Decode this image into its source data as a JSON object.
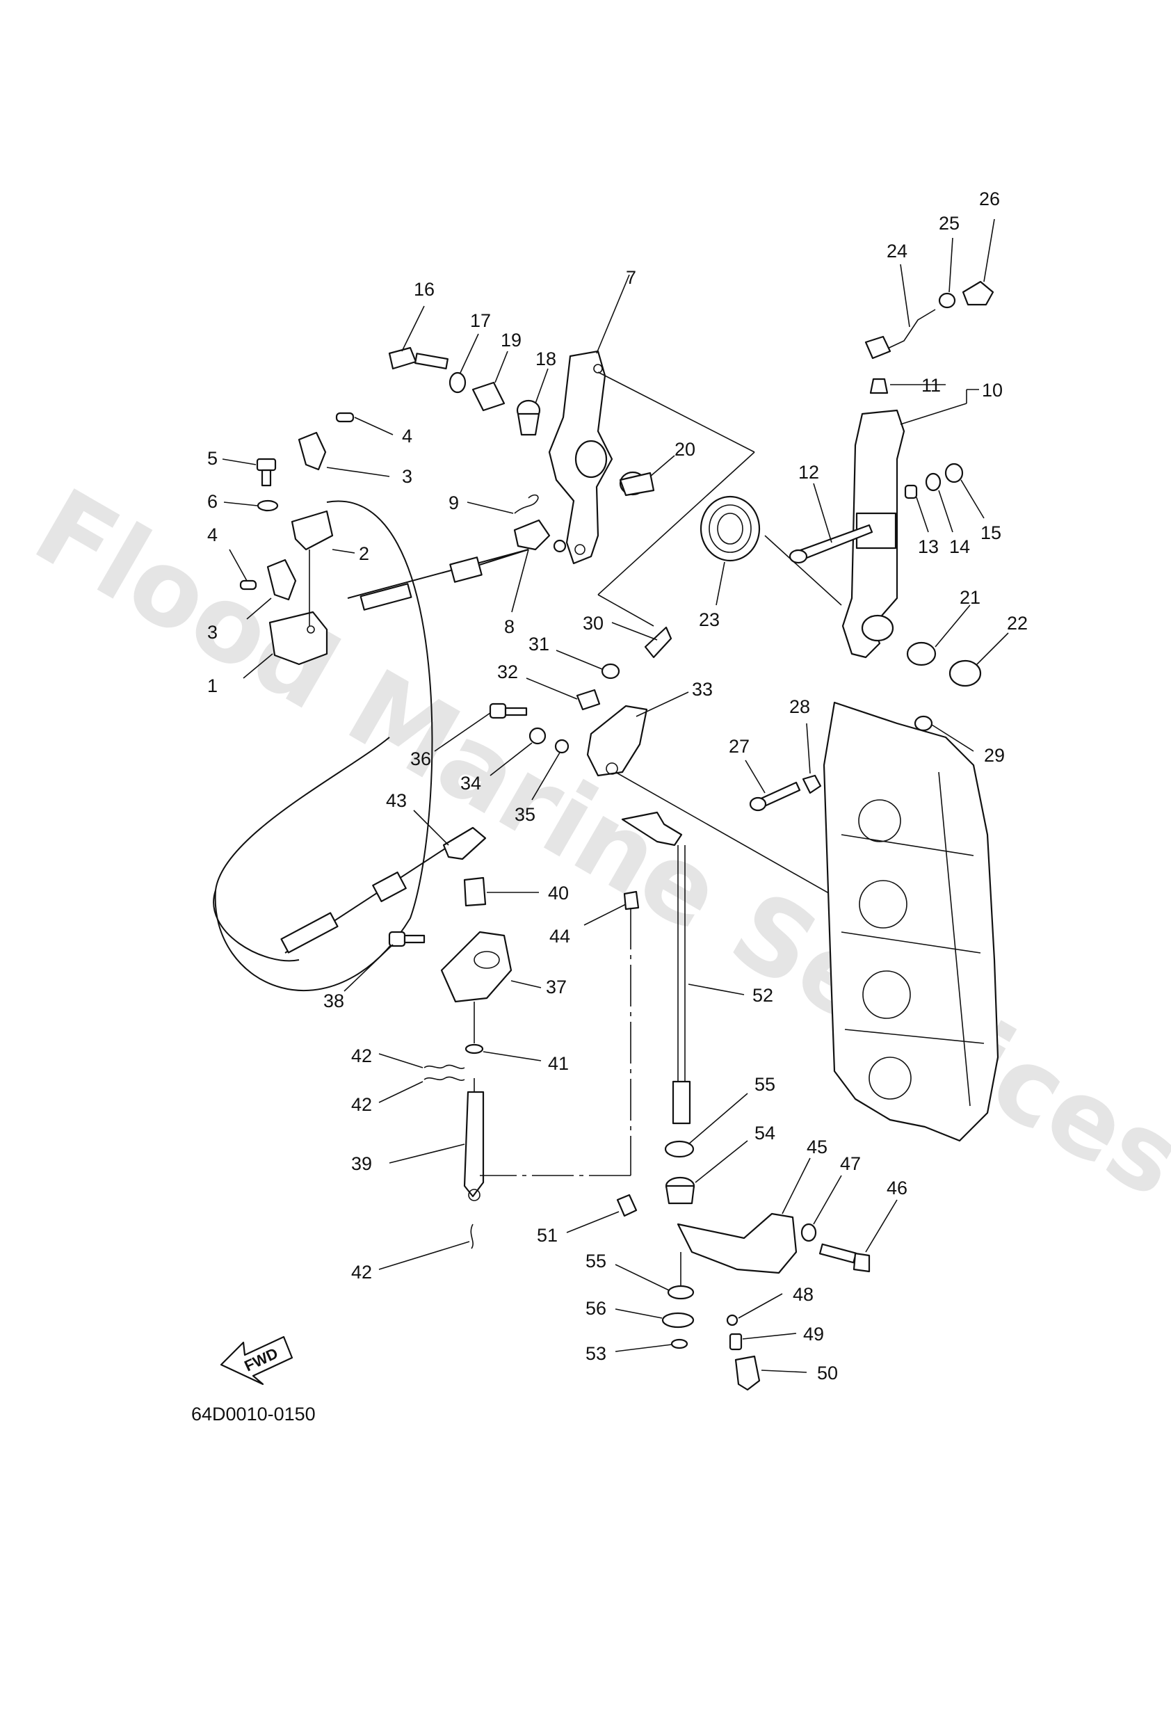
{
  "watermark": "Flood Marine Services",
  "diagram_code": "64D0010-0150",
  "fwd_label": "FWD",
  "callouts": {
    "c1": "1",
    "c2": "2",
    "c3a": "3",
    "c3b": "3",
    "c4a": "4",
    "c4b": "4",
    "c5": "5",
    "c6": "6",
    "c7": "7",
    "c8": "8",
    "c9": "9",
    "c10": "10",
    "c11": "11",
    "c12": "12",
    "c13": "13",
    "c14": "14",
    "c15": "15",
    "c16": "16",
    "c17": "17",
    "c18": "18",
    "c19": "19",
    "c20": "20",
    "c21": "21",
    "c22": "22",
    "c23": "23",
    "c24": "24",
    "c25": "25",
    "c26": "26",
    "c27": "27",
    "c28": "28",
    "c29": "29",
    "c30": "30",
    "c31": "31",
    "c32": "32",
    "c33": "33",
    "c34": "34",
    "c35": "35",
    "c36": "36",
    "c37": "37",
    "c38": "38",
    "c39": "39",
    "c40": "40",
    "c41": "41",
    "c42a": "42",
    "c42b": "42",
    "c42c": "42",
    "c43": "43",
    "c44": "44",
    "c45": "45",
    "c46": "46",
    "c47": "47",
    "c48": "48",
    "c49": "49",
    "c50": "50",
    "c51": "51",
    "c52": "52",
    "c53": "53",
    "c54": "54",
    "c55a": "55",
    "c55b": "55",
    "c56": "56"
  },
  "colors": {
    "line": "#111111",
    "watermark": "#dcdcdc",
    "background": "#ffffff"
  }
}
